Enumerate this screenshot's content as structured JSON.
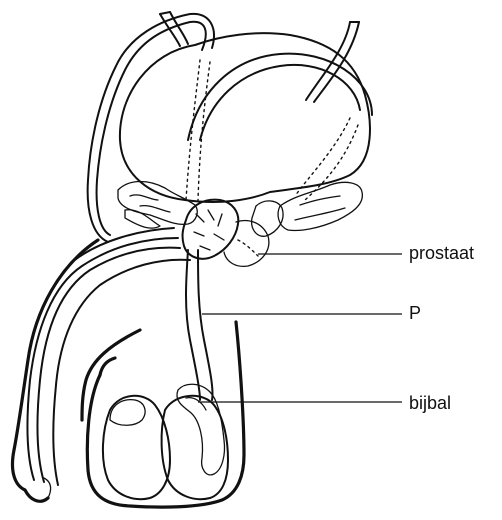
{
  "labels": {
    "prostaat": "prostaat",
    "p": "P",
    "bijbal": "bijbal"
  }
}
